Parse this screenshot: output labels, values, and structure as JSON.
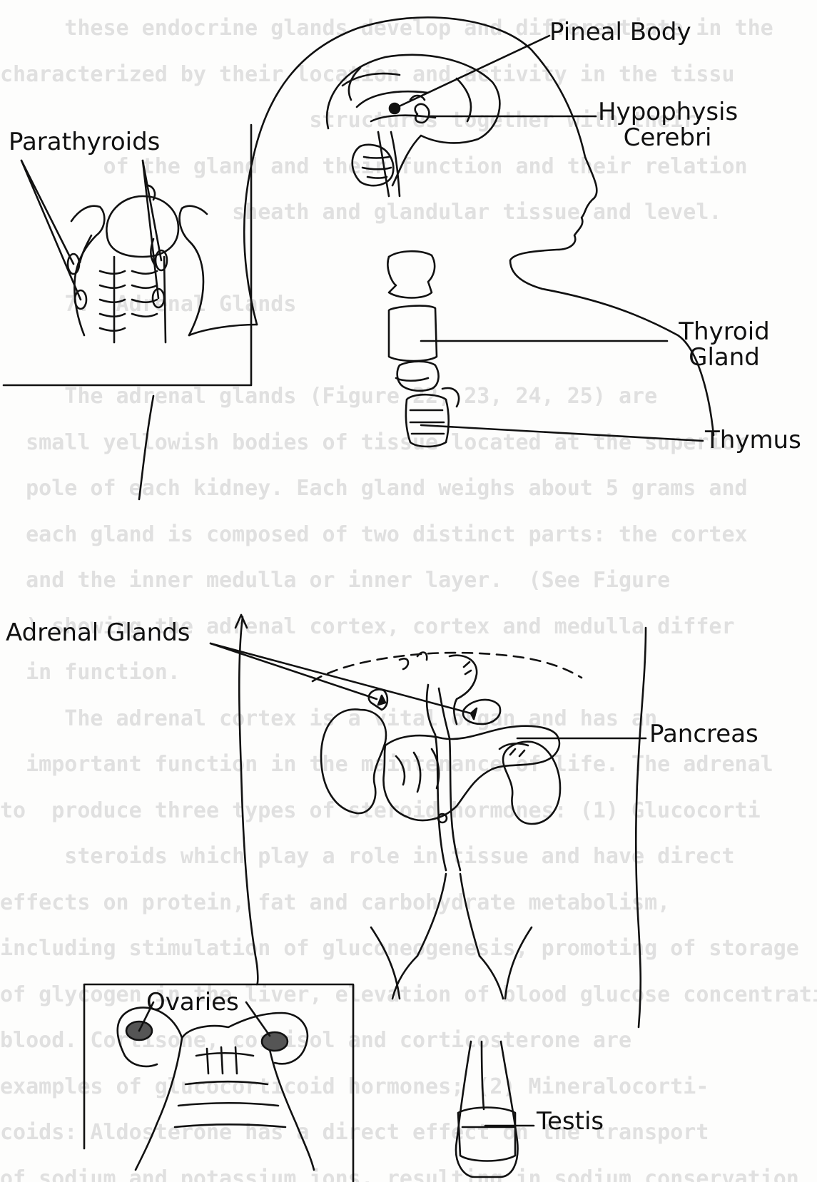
{
  "labels": {
    "pineal": "Pineal Body",
    "hypophysis_line1": "Hypophysis",
    "hypophysis_line2": "Cerebri",
    "parathyroids": "Parathyroids",
    "thyroid_line1": "Thyroid",
    "thyroid_line2": "Gland",
    "thymus": "Thymus",
    "adrenal": "Adrenal Glands",
    "pancreas": "Pancreas",
    "ovaries": "Ovaries",
    "testis": "Testis"
  },
  "background_text": [
    "     these endocrine glands develop and differentiate in the",
    "characterized by their location and activity in the tissu",
    "                        structures together with their",
    "        of the gland and their function and their relation",
    "                  sheath and glandular tissue and level.",
    "",
    "     7.  Adrenal Glands",
    "",
    "     The adrenal glands (Figure 22, 23, 24, 25) are",
    "  small yellowish bodies of tissue located at the superior",
    "  pole of each kidney. Each gland weighs about 5 grams and",
    "  each gland is composed of two distinct parts: the cortex",
    "  and the inner medulla or inner layer.  (See Figure",
    "  ) showing the adrenal cortex, cortex and medulla differ",
    "  in function.",
    "     The adrenal cortex is a vital organ and has an",
    "  important function in the maintenance of life. The adrenal",
    "to  produce three types of steroid hormones: (1) Glucocorti",
    "     steroids which play a role in tissue and have direct",
    "effects on protein, fat and carbohydrate metabolism,",
    "including stimulation of gluconeogenesis, promoting of storage",
    "of glycogen in the liver, elevation of blood glucose concentration",
    "blood. Cortisone, cortisol and corticosterone are",
    "examples of glucocorticoid hormones; (2) Mineralocorti-",
    "coids: Aldosterone has a direct effect on the transport",
    "of sodium and potassium ions, resulting in sodium conservation"
  ],
  "colors": {
    "ink": "#111111",
    "paper": "#fdfdfc",
    "faded_text": "#c9c9c9"
  }
}
